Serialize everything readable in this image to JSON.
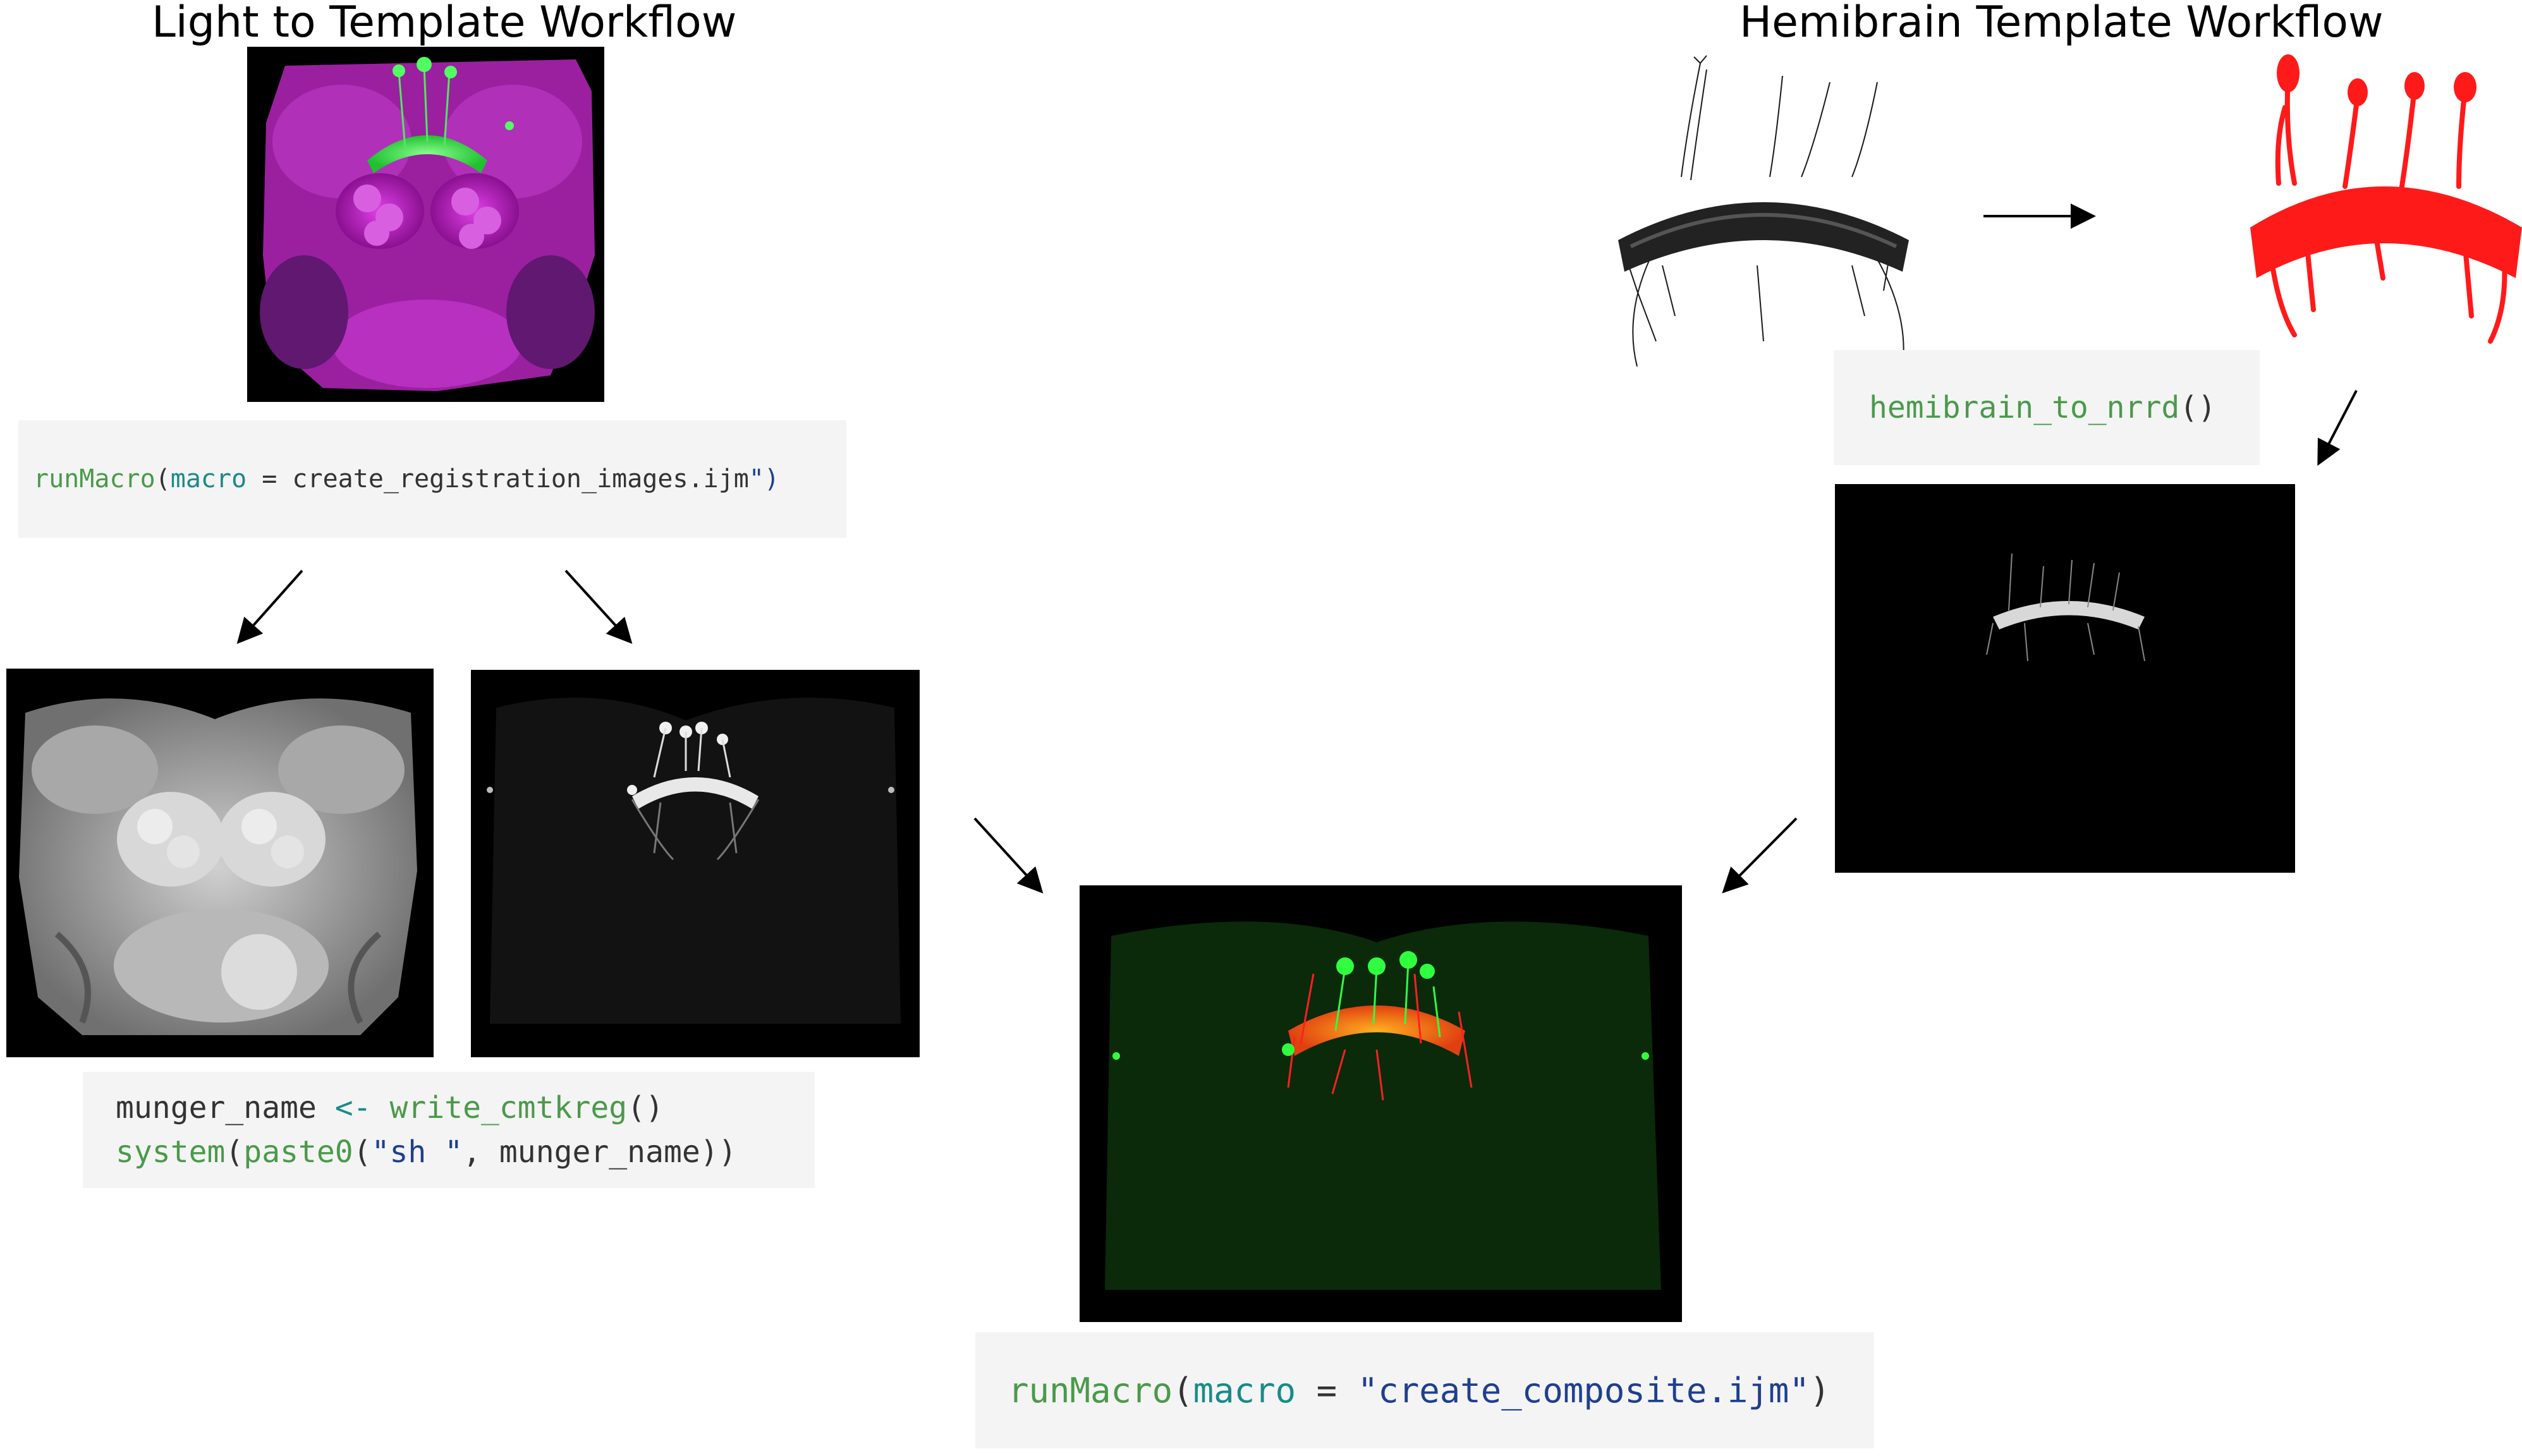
{
  "titles": {
    "light": "Light to Template Workflow",
    "hemibrain": "Hemibrain Template Workflow"
  },
  "code": {
    "registration": {
      "fn": "runMacro",
      "open": "(",
      "arg": "macro",
      "eq": " = ",
      "value": "create_registration_images.ijm",
      "quote": "\"",
      "close": ")"
    },
    "hemibrain": {
      "fn": "hemibrain_to_nrrd",
      "parens": "()"
    },
    "munger_line1": {
      "var": "munger_name ",
      "assign": "<- ",
      "fn": "write_cmtkreg",
      "parens": "()"
    },
    "munger_line2": {
      "fn1": "system",
      "open1": "(",
      "fn2": "paste0",
      "open2": "(",
      "str": "\"sh \"",
      "rest": ", munger_name))"
    },
    "composite": {
      "fn": "runMacro",
      "open": "(",
      "arg": "macro",
      "eq": " = ",
      "str": "\"create_composite.ijm\"",
      "close": ")"
    }
  },
  "colors": {
    "neuropil": "#c020c8",
    "neuron_green": "#3cff4c",
    "skeleton_red": "#ff1a1a",
    "code_bg": "#f4f4f4",
    "fn_green": "#4a9a4a",
    "arg_teal": "#1a8a8a",
    "string_blue": "#1f3f8f"
  }
}
